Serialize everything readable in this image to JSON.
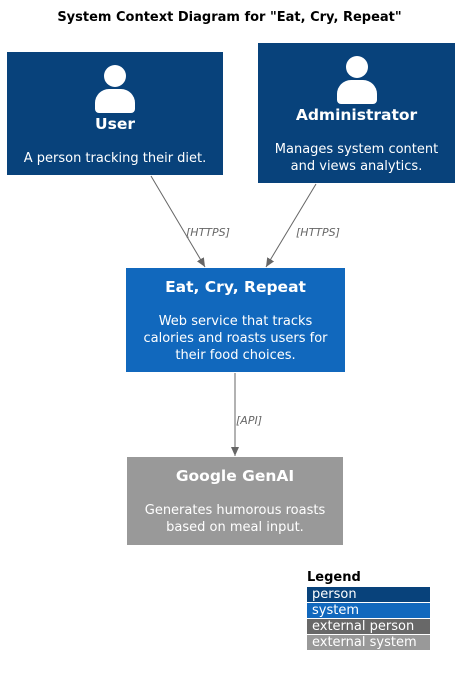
{
  "title": "System Context Diagram for \"Eat, Cry, Repeat\"",
  "nodes": {
    "user": {
      "name": "User",
      "desc": "A person tracking their diet."
    },
    "admin": {
      "name": "Administrator",
      "desc1": "Manages system content",
      "desc2": "and views analytics."
    },
    "app": {
      "name": "Eat, Cry, Repeat",
      "desc1": "Web service that tracks",
      "desc2": "calories and roasts users for",
      "desc3": "their food choices."
    },
    "genai": {
      "name": "Google GenAI",
      "desc1": "Generates humorous roasts",
      "desc2": "based on meal input."
    }
  },
  "edges": [
    {
      "label": "[HTTPS]"
    },
    {
      "label": "[HTTPS]"
    },
    {
      "label": "[API]"
    }
  ],
  "legend": {
    "title": "Legend",
    "items": [
      {
        "label": "person",
        "color": "#08427b"
      },
      {
        "label": "system",
        "color": "#1168bd"
      },
      {
        "label": "external person",
        "color": "#686868"
      },
      {
        "label": "external system",
        "color": "#999999"
      }
    ]
  },
  "colors": {
    "person": "#08427b",
    "system": "#1168bd",
    "external_system": "#999999",
    "arrow": "#666666"
  }
}
